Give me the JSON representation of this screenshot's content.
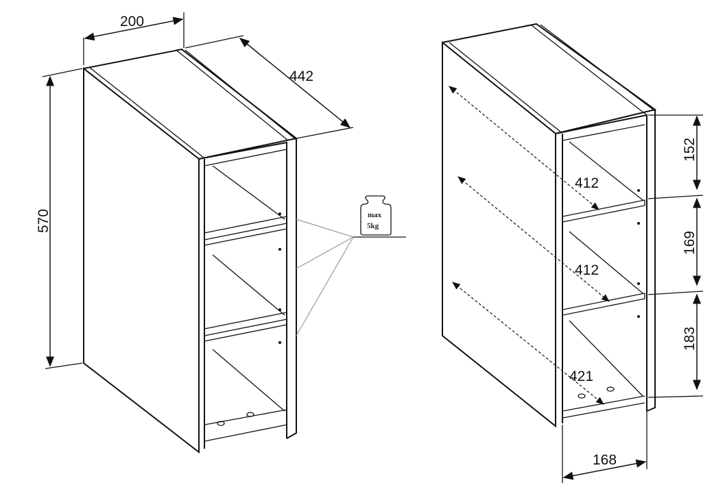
{
  "dimensions_left": {
    "width": "200",
    "depth": "442",
    "height": "570"
  },
  "dimensions_right": {
    "inner_depth_1": "412",
    "inner_depth_2": "412",
    "inner_depth_3": "421",
    "compartment_1": "152",
    "compartment_2": "169",
    "compartment_3": "183",
    "inner_width": "168"
  },
  "weight_badge": {
    "line1": "max",
    "line2": "5kg"
  }
}
